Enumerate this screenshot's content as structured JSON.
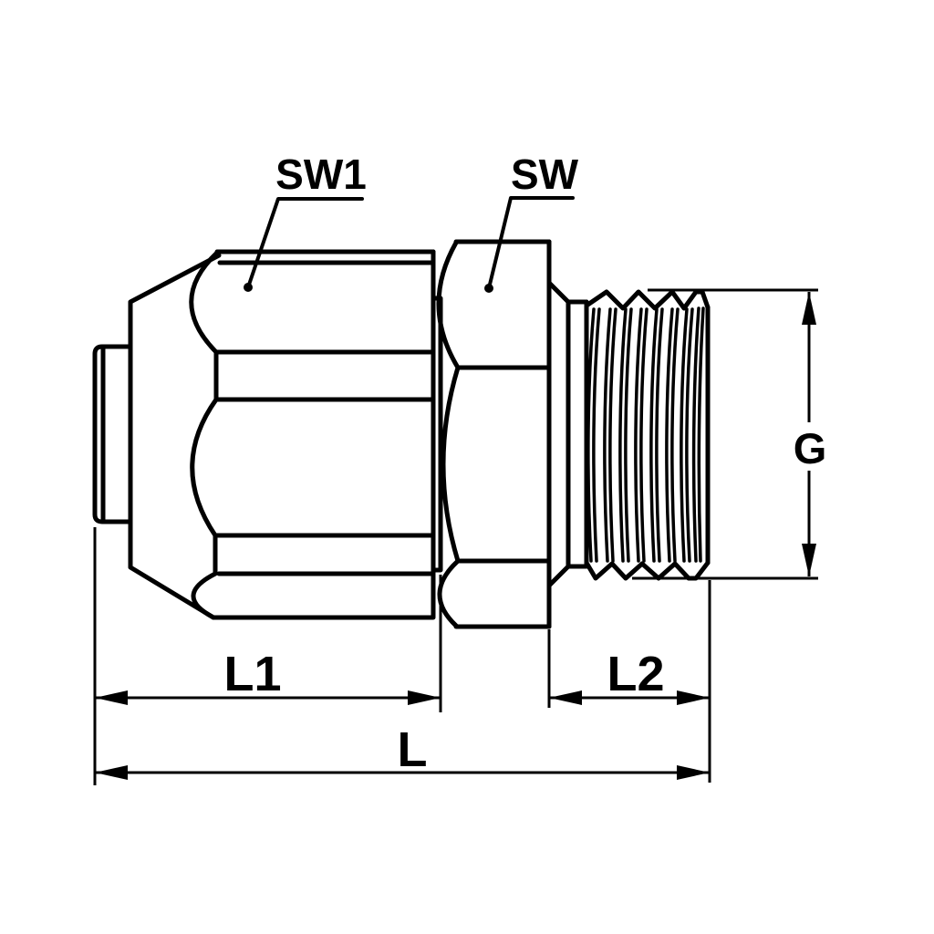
{
  "diagram": {
    "type": "technical-drawing-fitting-side-view",
    "background": "#ffffff",
    "line_color": "#000000",
    "labels": {
      "sw1": "SW1",
      "sw": "SW",
      "g": "G",
      "l1": "L1",
      "l2": "L2",
      "l": "L"
    }
  }
}
